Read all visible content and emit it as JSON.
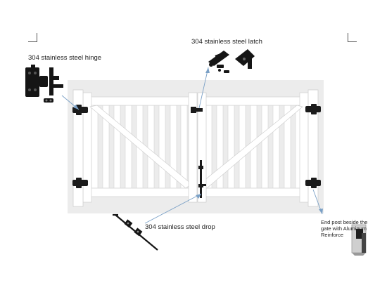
{
  "callouts": {
    "hinge": "304 stainless steel hinge",
    "latch": "304 stainless steel latch",
    "drop": "304 stainless steel drop",
    "post": "End post beside the gate with Aluminum Reinforce"
  },
  "colors": {
    "vinyl": "#ffffff",
    "vinyl_edge": "#d6d6d6",
    "background_panel": "#ececec",
    "hardware": "#1b1b1b",
    "leader_line": "#7aa0c6"
  }
}
